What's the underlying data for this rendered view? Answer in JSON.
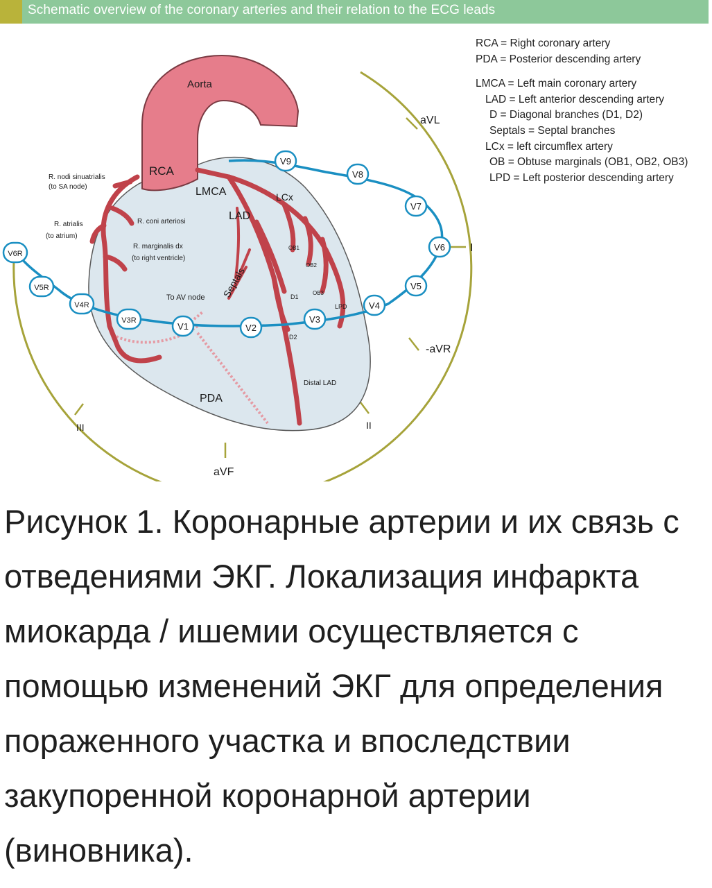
{
  "header": {
    "title": "Schematic overview of the coronary arteries and their relation to the ECG leads"
  },
  "colors": {
    "banner": "#8dc89a",
    "banner_accent": "#b9b33a",
    "aorta": "#e67d8b",
    "heart_fill": "#dce7ee",
    "artery": "#c0424a",
    "lead_ring_blue": "#1a8fc2",
    "limb_ring_olive": "#a6a33a"
  },
  "diagram": {
    "structures": {
      "aorta": "Aorta",
      "rca": "RCA",
      "lmca": "LMCA",
      "lad": "LAD",
      "lcx": "LCx",
      "pda": "PDA",
      "septals": "Septals",
      "distal_lad": "Distal LAD",
      "lpd": "LPD",
      "to_av_node": "To AV node"
    },
    "rca_branches": {
      "nodi_1": "R. nodi sinuatrialis",
      "nodi_2": "(to SA node)",
      "atrialis_1": "R. atrialis",
      "atrialis_2": "(to atrium)",
      "coni": "R. coni arteriosi",
      "marginalis_1": "R. marginalis dx",
      "marginalis_2": "(to right ventricle)"
    },
    "lcx_branches": {
      "ob1": "OB1",
      "ob2": "OB2",
      "ob3": "OB3",
      "d1": "D1",
      "d2": "D2"
    },
    "precordial_leads": [
      "V6R",
      "V5R",
      "V4R",
      "V3R",
      "V1",
      "V2",
      "V3",
      "V4",
      "V5",
      "V6",
      "V7",
      "V8",
      "V9"
    ],
    "limb_leads": {
      "avl": "aVL",
      "i": "I",
      "avr": "-aVR",
      "ii": "II",
      "avf": "aVF",
      "iii": "III"
    }
  },
  "legend": [
    "RCA = Right coronary artery",
    "PDA = Posterior descending artery",
    "LMCA = Left main coronary artery",
    "LAD = Left anterior descending artery",
    "D = Diagonal branches (D1, D2)",
    "Septals = Septal branches",
    "LCx = left circumflex artery",
    "OB = Obtuse marginals (OB1, OB2, OB3)",
    "LPD = Left posterior descending artery"
  ],
  "caption": "Рисунок 1. Коронарные артерии и их связь с отведениями ЭКГ. Локализация инфаркта миокарда / ишемии осуществляется с помощью изменений ЭКГ для определения пораженного участка и впоследствии закупоренной коронарной артерии (виновника)."
}
